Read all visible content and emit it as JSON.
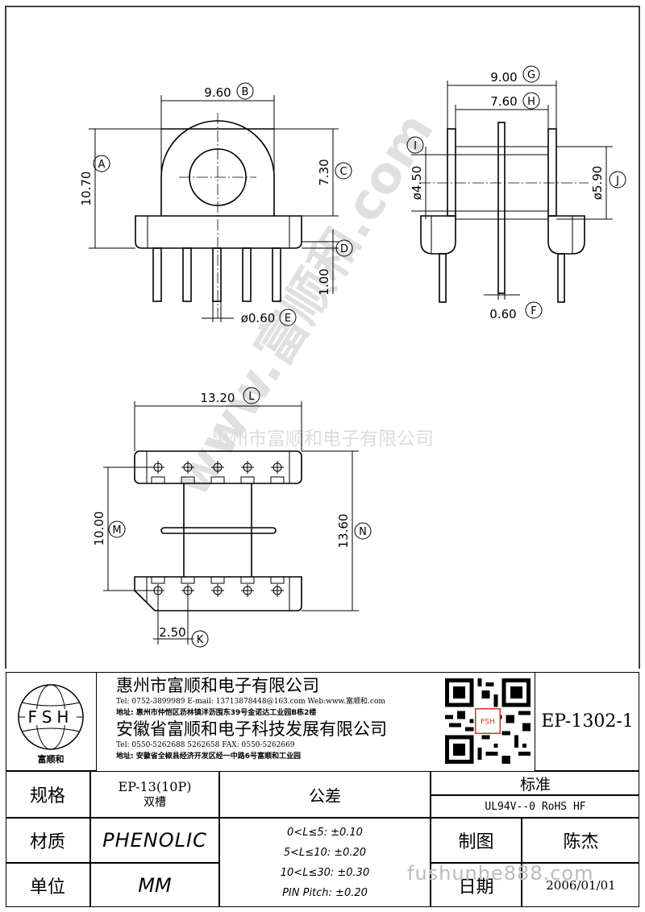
{
  "drawing": {
    "top_left_view": {
      "dims": {
        "B": "9.60",
        "A": "10.70",
        "C": "7.30",
        "D_value": "1.00",
        "E": "ø0.60"
      },
      "callouts": [
        "B",
        "A",
        "C",
        "D",
        "E"
      ]
    },
    "top_right_view": {
      "dims": {
        "G": "9.00",
        "H": "7.60",
        "I": "ø4.50",
        "J": "ø5.90",
        "F": "0.60"
      },
      "callouts": [
        "G",
        "H",
        "I",
        "J",
        "F"
      ]
    },
    "bottom_view": {
      "dims": {
        "L": "13.20",
        "M": "10.00",
        "N": "13.60",
        "K": "2.50"
      },
      "callouts": [
        "L",
        "M",
        "N",
        "K"
      ]
    },
    "watermark_company": "惠州市富顺和电子有限公司",
    "watermark_url": "www.富顺和.com",
    "watermark_bottom": "fushunhe888.com"
  },
  "title_block": {
    "logo_text": "FSH",
    "logo_caption": "富顺和",
    "company1": "惠州市富顺和电子有限公司",
    "tel_line": "Tel:  0752-3899989  E-mail: 13713878448@163.com  Web:www.富顺和.com",
    "addr1": "地址: 惠州市仲恺区沥林镇泮沥围东39号金诺达工业园B栋2楼",
    "company2": "安徽省富顺和电子科技发展有限公司",
    "tel_line2": "Tel:   0550-5262688  5262658      FAX: 0550-5262669",
    "addr2": "地址: 安徽省全椒县经济开发区经一中路6号富顺和工业园",
    "part_no": "EP-1302-1",
    "spec_label": "规格",
    "spec_value": "EP-13(10P)",
    "spec_sub": "双槽",
    "tol_label": "公差",
    "std_label": "标准",
    "std_value": "UL94V--0  RoHS HF",
    "material_label": "材质",
    "material_value": "PHENOLIC",
    "tol_lines": [
      "0<L≤5: ±0.10",
      "5<L≤10: ±0.20",
      "10<L≤30: ±0.30",
      "PIN Pitch: ±0.20"
    ],
    "drawn_label": "制图",
    "drawn_value": "陈杰",
    "unit_label": "单位",
    "unit_value": "MM",
    "date_label": "日期",
    "date_value": "2006/01/01"
  }
}
